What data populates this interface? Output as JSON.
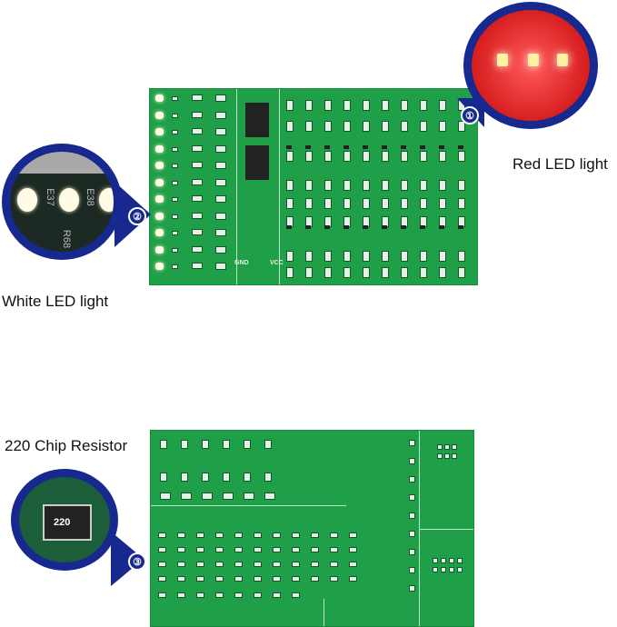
{
  "callouts": [
    {
      "number": "①",
      "label": "Red LED light",
      "color": "#e52a2a"
    },
    {
      "number": "②",
      "label": "White LED light",
      "color": "#f4f4f4"
    },
    {
      "number": "③",
      "label": "220 Chip Resistor",
      "chip_marking": "220"
    }
  ],
  "pcb_top": {
    "gnd": "GND",
    "vcc": "VCC",
    "color": "#1f9f48"
  },
  "lens_border_color": "#17288e",
  "lens_white": {
    "marks": [
      "E37",
      "E38",
      "R68"
    ]
  }
}
